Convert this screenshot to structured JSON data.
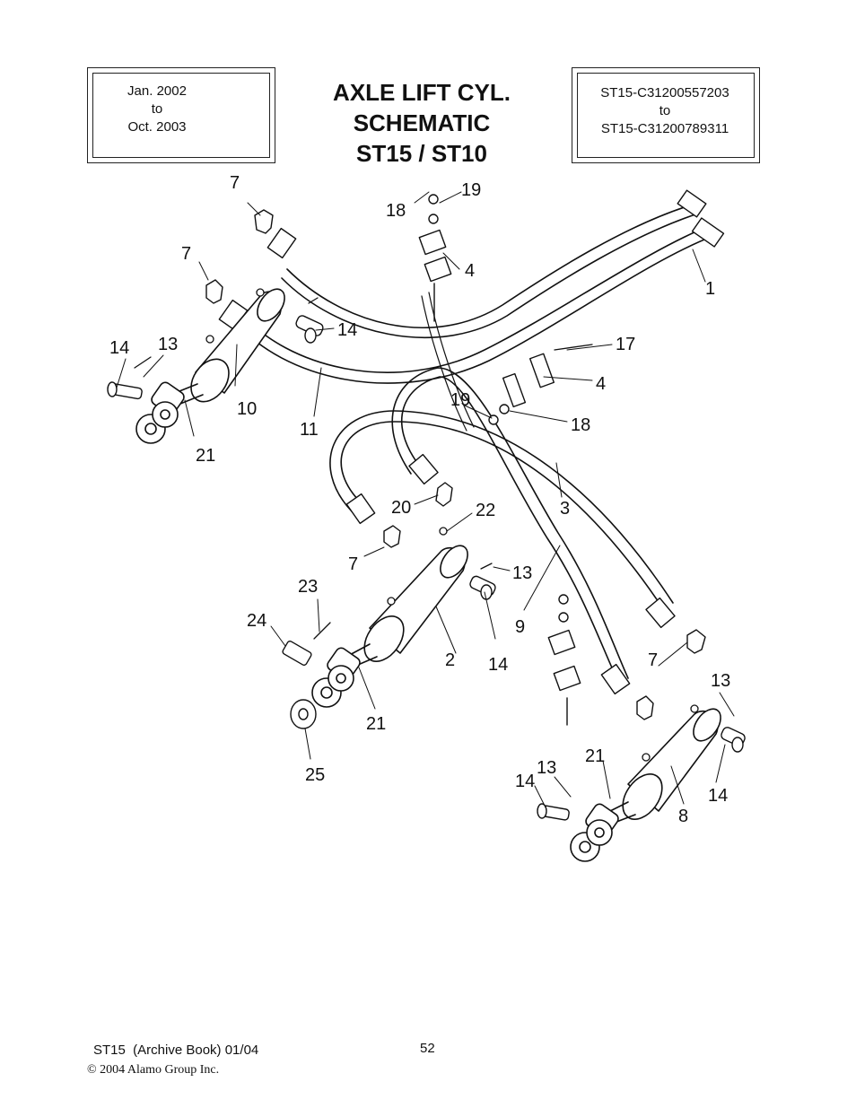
{
  "header": {
    "left_box": {
      "line1": "Jan. 2002",
      "line2": "to",
      "line3": "Oct. 2003"
    },
    "title": {
      "line1": "AXLE LIFT CYL.",
      "line2": "SCHEMATIC",
      "line3": "ST15 / ST10"
    },
    "right_box": {
      "line1": "ST15-C31200557203",
      "line2": "to",
      "line3": "ST15-C31200789311"
    }
  },
  "callouts": [
    {
      "id": "c1",
      "text": "7"
    },
    {
      "id": "c2",
      "text": "7"
    },
    {
      "id": "c3",
      "text": "14"
    },
    {
      "id": "c4",
      "text": "13"
    },
    {
      "id": "c5",
      "text": "14"
    },
    {
      "id": "c6",
      "text": "10"
    },
    {
      "id": "c7",
      "text": "11"
    },
    {
      "id": "c8",
      "text": "21"
    },
    {
      "id": "c9",
      "text": "18"
    },
    {
      "id": "c10",
      "text": "19"
    },
    {
      "id": "c11",
      "text": "4"
    },
    {
      "id": "c12",
      "text": "1"
    },
    {
      "id": "c13",
      "text": "17"
    },
    {
      "id": "c14",
      "text": "4"
    },
    {
      "id": "c15",
      "text": "19"
    },
    {
      "id": "c16",
      "text": "18"
    },
    {
      "id": "c17",
      "text": "20"
    },
    {
      "id": "c18",
      "text": "22"
    },
    {
      "id": "c19",
      "text": "3"
    },
    {
      "id": "c20",
      "text": "7"
    },
    {
      "id": "c21",
      "text": "13"
    },
    {
      "id": "c22",
      "text": "23"
    },
    {
      "id": "c23",
      "text": "24"
    },
    {
      "id": "c24",
      "text": "9"
    },
    {
      "id": "c25",
      "text": "2"
    },
    {
      "id": "c26",
      "text": "14"
    },
    {
      "id": "c27",
      "text": "7"
    },
    {
      "id": "c28",
      "text": "13"
    },
    {
      "id": "c29",
      "text": "21"
    },
    {
      "id": "c30",
      "text": "25"
    },
    {
      "id": "c31",
      "text": "21"
    },
    {
      "id": "c32",
      "text": "13"
    },
    {
      "id": "c33",
      "text": "14"
    },
    {
      "id": "c34",
      "text": "8"
    },
    {
      "id": "c35",
      "text": "14"
    }
  ],
  "footer": {
    "doc_ref": "ST15  (Archive Book) 01/04",
    "page_number": "52",
    "copyright": "© 2004 Alamo Group Inc."
  }
}
